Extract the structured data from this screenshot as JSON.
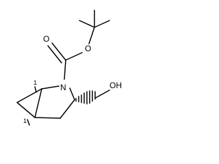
{
  "molecule": {
    "atoms": {
      "ester_oxygen": "O",
      "carbonyl_oxygen": "O",
      "ring_nitrogen": "N",
      "hydroxyl": "OH"
    },
    "stereo_labels": {
      "c1": "1",
      "c5": "1"
    }
  }
}
